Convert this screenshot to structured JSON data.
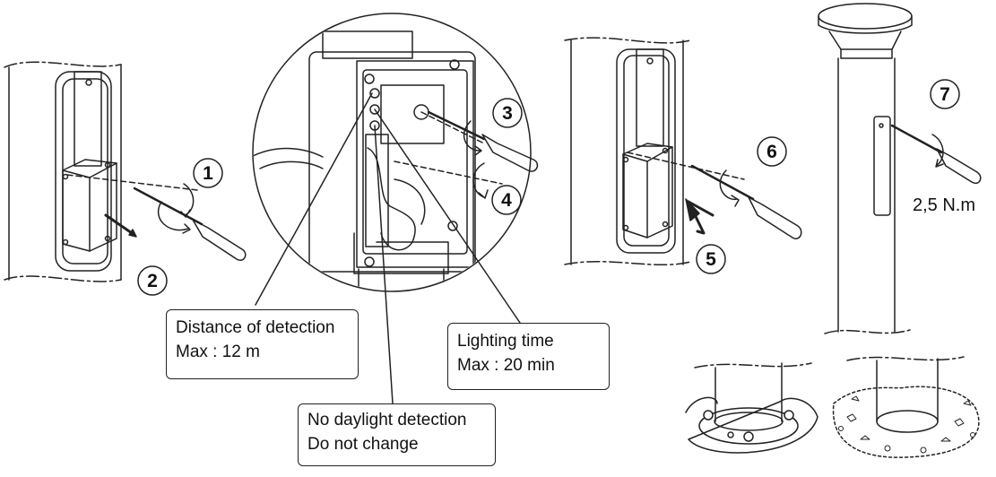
{
  "callouts": {
    "detection": {
      "line1": "Distance of detection",
      "line2": "Max : 12 m"
    },
    "lighting": {
      "line1": "Lighting time",
      "line2": "Max : 20 min"
    },
    "daylight": {
      "line1": "No daylight detection",
      "line2": "Do not change"
    }
  },
  "steps": [
    "1",
    "2",
    "3",
    "4",
    "5",
    "6",
    "7"
  ],
  "torque": "2,5 N.m"
}
